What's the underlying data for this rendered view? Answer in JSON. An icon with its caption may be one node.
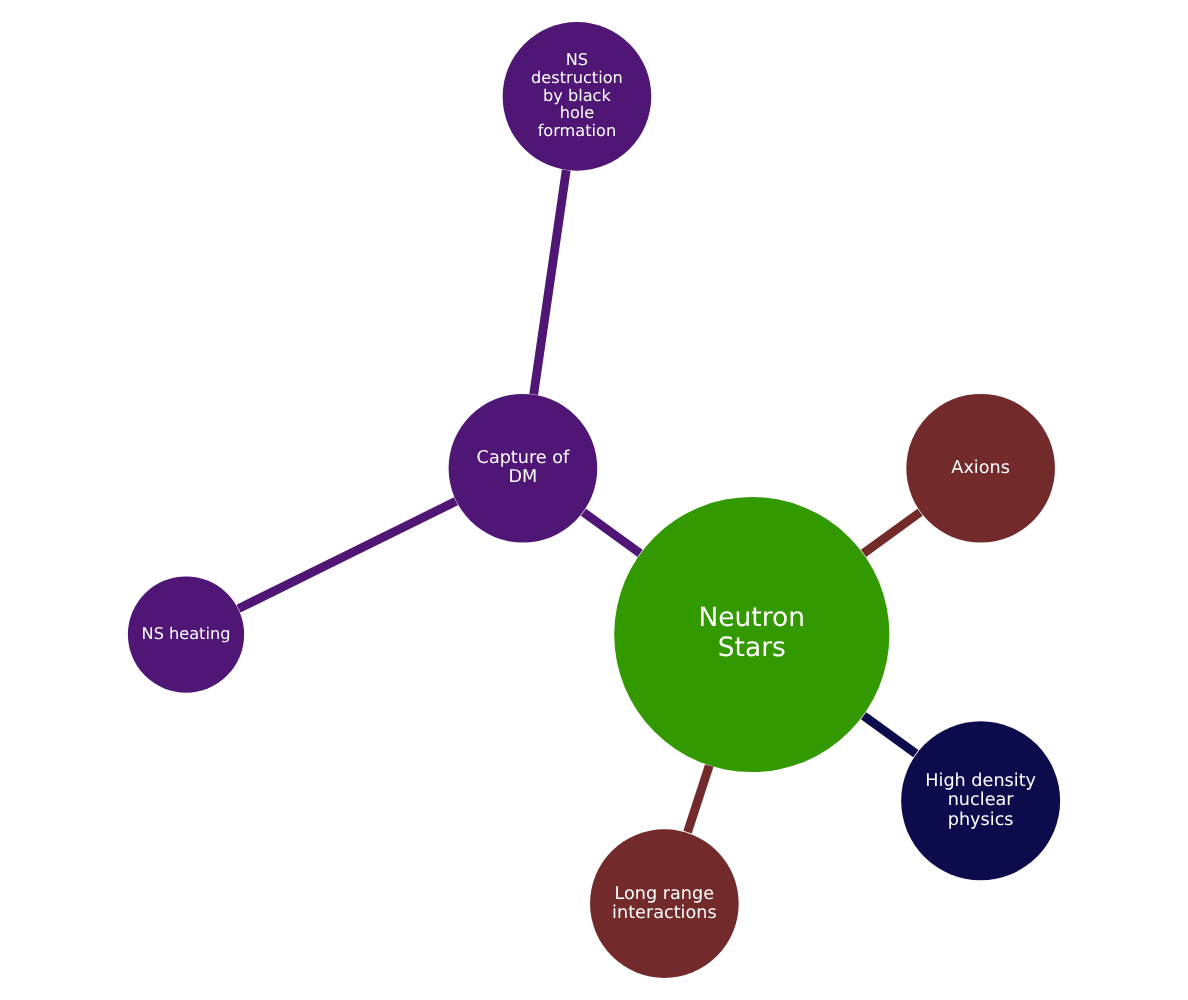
{
  "diagram": {
    "nodes": [
      {
        "text": [
          "Neutron Stars"
        ]
      },
      {
        "text": [
          "Axions"
        ]
      },
      {
        "text": [
          "Capture of DM"
        ]
      },
      {
        "text": [
          "NS destruction by black hole formation"
        ]
      },
      {
        "text": [
          "NS heating"
        ]
      },
      {
        "text": [
          "Long range interactions"
        ]
      },
      {
        "text": [
          "High density nuclear physics"
        ]
      }
    ],
    "edges": [
      {
        "from": 0,
        "to": 1,
        "arrow": "none"
      },
      {
        "from": 0,
        "to": 2,
        "arrow": "none"
      },
      {
        "from": 2,
        "to": 3,
        "arrow": "none"
      },
      {
        "from": 2,
        "to": 4,
        "arrow": "none"
      },
      {
        "from": 0,
        "to": 5,
        "arrow": "none"
      },
      {
        "from": 0,
        "to": 6,
        "arrow": "none"
      }
    ]
  }
}
